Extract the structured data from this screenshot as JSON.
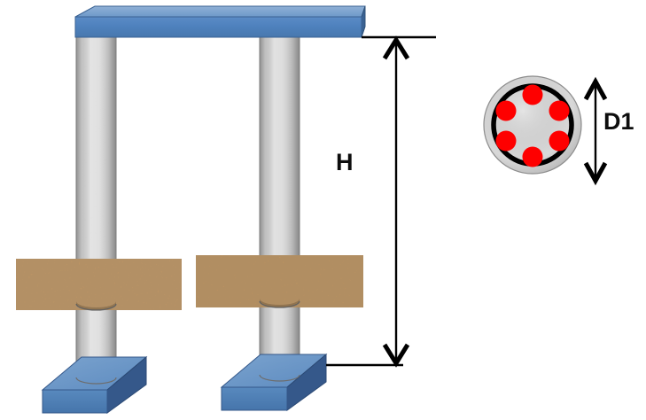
{
  "diagram": {
    "title": "Reinforced concrete pier columns supporting a cap beam, with circular column cross-section",
    "dimensions": {
      "height_label": "H",
      "diameter_label": "D1"
    },
    "colors": {
      "beam_front": "#4e81bd",
      "beam_top": "#7fa3ce",
      "beam_side": "#3a6293",
      "footing_front": "#4e81bd",
      "footing_top": "#6f99c8",
      "footing_side": "#35588a",
      "soil_fill": "#cd9259",
      "soil_dark": "#8a5c30",
      "concrete_light": "#e3e3e3",
      "concrete_mid": "#9a9a9a",
      "concrete_dark": "#4a4a4a",
      "rebar": "#fe0000",
      "tie_stroke": "#000000",
      "dimension_line": "#000000",
      "label_text": "#0d0d0d",
      "background": "#ffffff"
    },
    "components": [
      {
        "name": "cap-beam",
        "label": "Cap beam"
      },
      {
        "name": "column-left",
        "label": "Left concrete column"
      },
      {
        "name": "column-right",
        "label": "Right concrete column"
      },
      {
        "name": "soil-layer-left",
        "label": "Left soil layer"
      },
      {
        "name": "soil-layer-right",
        "label": "Right soil layer"
      },
      {
        "name": "footing-left",
        "label": "Left footing pad"
      },
      {
        "name": "footing-right",
        "label": "Right footing pad"
      },
      {
        "name": "cross-section",
        "label": "Column cross-section"
      }
    ],
    "cross_section": {
      "cover_ring": "concrete cover",
      "tie": "circular tie / stirrup",
      "rebar_count": 6,
      "rebar_label": "longitudinal reinforcing bars"
    }
  }
}
